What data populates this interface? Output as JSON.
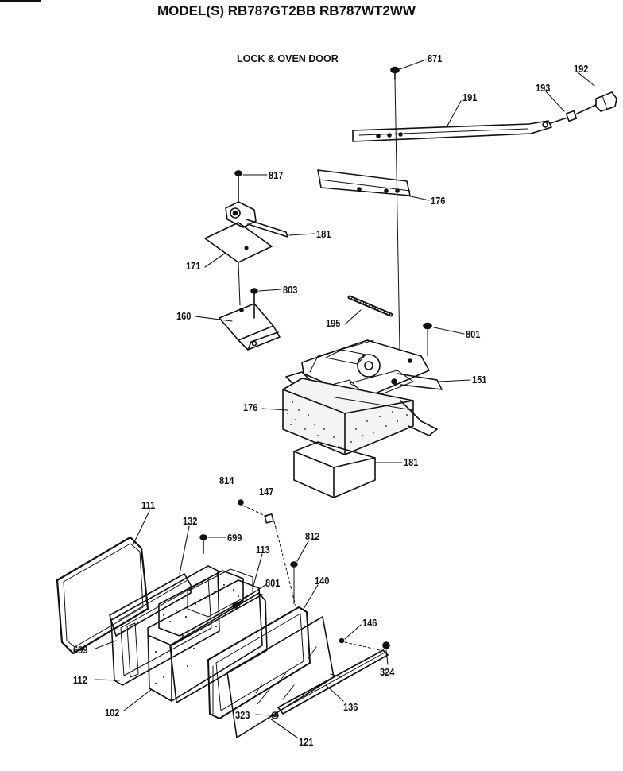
{
  "header": {
    "title": "MODEL(S) RB787GT2BB  RB787WT2WW",
    "subtitle": "LOCK & OVEN DOOR"
  },
  "parts": {
    "p871": "871",
    "p192": "192",
    "p193": "193",
    "p191": "191",
    "p817": "817",
    "p176a": "176",
    "p181a": "181",
    "p171": "171",
    "p803": "803",
    "p160": "160",
    "p195": "195",
    "p801a": "801",
    "p151": "151",
    "p176b": "176",
    "p181b": "181",
    "p814": "814",
    "p147": "147",
    "p111": "111",
    "p132": "132",
    "p699a": "699",
    "p812": "812",
    "p113": "113",
    "p801b": "801",
    "p140": "140",
    "p699b": "699",
    "p146": "146",
    "p112": "112",
    "p324": "324",
    "p102": "102",
    "p136": "136",
    "p323": "323",
    "p121": "121"
  }
}
